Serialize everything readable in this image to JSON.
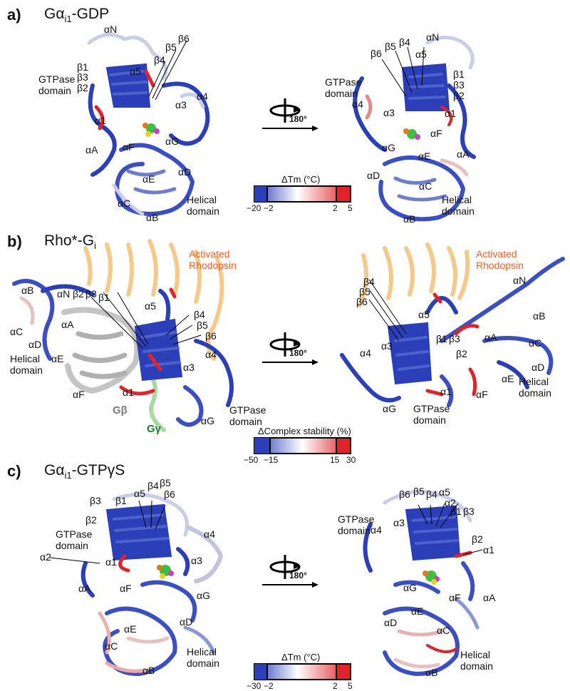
{
  "panel_a": {
    "letter": "a)",
    "title_main": "Gα",
    "title_sub": "i1",
    "title_rest": "-GDP",
    "left_labels": {
      "aN": "αN",
      "b1": "β1",
      "b3": "β3",
      "b2": "β2",
      "a5": "α5",
      "b4": "β4",
      "b5": "β5",
      "b6": "β6",
      "a4": "α4",
      "a3": "α3",
      "a1": "α1",
      "aG": "αG",
      "aA": "αA",
      "aF": "αF",
      "aE": "αE",
      "aD": "αD",
      "aC": "αC",
      "aB": "αB"
    },
    "gtpase": "GTPase\ndomain",
    "helical": "Helical\ndomain",
    "right_labels": {
      "aN": "αN",
      "b6": "β6",
      "b5": "β5",
      "b4": "β4",
      "a5": "α5",
      "b1": "β1",
      "b3": "β3",
      "b2": "β2",
      "a4": "α4",
      "a3": "α3",
      "a1": "α1",
      "aF": "αF",
      "aG": "αG",
      "aE": "αE",
      "aA": "αA",
      "aD": "αD",
      "aC": "αC",
      "aB": "αB"
    },
    "rotation": "180°",
    "scale": {
      "title": "ΔTm (°C)",
      "ticks": [
        "−20",
        "−2",
        "2",
        "5"
      ]
    }
  },
  "panel_b": {
    "letter": "b)",
    "title_main": "Rho*-G",
    "title_sub": "i",
    "activated": "Activated\nRhodopsin",
    "left_labels": {
      "aB": "αB",
      "aN": "αN",
      "b2": "β2",
      "b3": "β3",
      "b1": "β1",
      "a5": "α5",
      "b4": "β4",
      "b5": "β5",
      "b6": "β6",
      "aA": "αA",
      "aC": "αC",
      "aD": "αD",
      "aE": "αE",
      "a4": "α4",
      "a3": "α3",
      "aF": "αF",
      "a1": "α1",
      "aG": "αG"
    },
    "gbeta": "Gβ",
    "ggamma": "Gγ",
    "right_labels": {
      "aN": "αN",
      "b4": "β4",
      "b5": "β5",
      "b6": "β6",
      "a5": "α5",
      "aB": "αB",
      "b1": "β1",
      "b3": "β3",
      "aA": "αA",
      "aC": "αC",
      "a4": "α4",
      "a3": "α3",
      "b2": "β2",
      "aD": "αD",
      "aE": "αE",
      "aF": "αF",
      "a1": "α1",
      "aG": "αG"
    },
    "rotation": "180°",
    "scale": {
      "title": "ΔComplex stability (%)",
      "ticks": [
        "−50",
        "−15",
        "15",
        "30"
      ]
    }
  },
  "panel_c": {
    "letter": "c)",
    "title_main": "Gα",
    "title_sub": "i1",
    "title_rest": "-GTPγS",
    "left_labels": {
      "b3": "β3",
      "b1": "β1",
      "a5": "α5",
      "b4": "β4",
      "b5": "β5",
      "b6": "β6",
      "b2": "β2",
      "a4": "α4",
      "a2": "α2",
      "a1": "α1",
      "a3": "α3",
      "aA": "αA",
      "aF": "αF",
      "aG": "αG",
      "aE": "αE",
      "aD": "αD",
      "aC": "αC",
      "aB": "αB"
    },
    "right_labels": {
      "b6": "β6",
      "b5": "β5",
      "b4": "β4",
      "a5": "α5",
      "a2": "α2",
      "b1": "β1",
      "b3": "β3",
      "a4": "α4",
      "a3": "α3",
      "b2": "β2",
      "a1": "α1",
      "aG": "αG",
      "aF": "αF",
      "aA": "αA",
      "aE": "αE",
      "aD": "αD",
      "aC": "αC",
      "aB": "αB"
    },
    "rotation": "180°",
    "scale": {
      "title": "ΔTm (°C)",
      "ticks": [
        "−30",
        "−2",
        "2",
        "5"
      ]
    }
  },
  "colors": {
    "strong_blue": "#2a3fb8",
    "light_blue": "#8a96d6",
    "white": "#f4f4f4",
    "light_red": "#e8a0a0",
    "strong_red": "#e0242a",
    "rhodopsin": "#f5c98a",
    "gbeta": "#b8b8b8",
    "ggamma": "#a8d9a0"
  }
}
